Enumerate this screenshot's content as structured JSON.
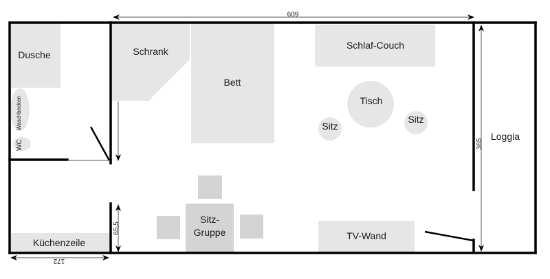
{
  "plan": {
    "rooms": {
      "shower": "Dusche",
      "washbasin": "Waschbecken",
      "wc": "WC",
      "kitchen": "Küchenzeile",
      "wardrobe": "Schrank",
      "bed": "Bett",
      "sofa_bed": "Schlaf-Couch",
      "table": "Tisch",
      "seat_left": "Sitz",
      "seat_right": "Sitz",
      "seating_group_line1": "Sitz-",
      "seating_group_line2": "Gruppe",
      "tv_wall": "TV-Wand",
      "loggia": "Loggia"
    },
    "dimensions": {
      "width_main": "609",
      "height_main": "365",
      "kitchen_width": "172",
      "passage_height": "65,5"
    }
  }
}
